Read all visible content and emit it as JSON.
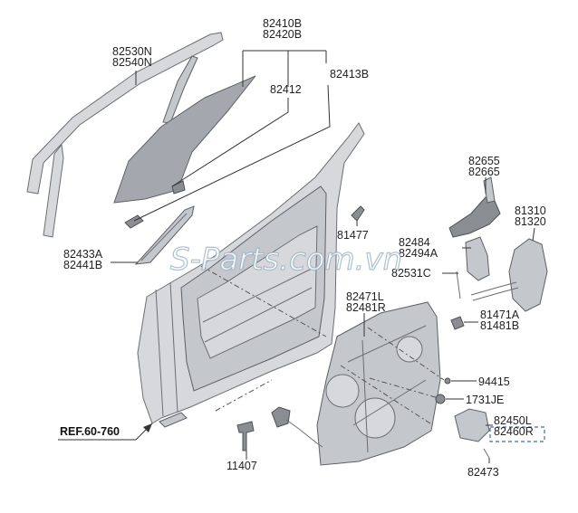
{
  "diagram": {
    "parts": [
      {
        "id": "glass-run",
        "lines": [
          "82530N",
          "82540N"
        ]
      },
      {
        "id": "door-glass",
        "lines": [
          "82410B",
          "82420B"
        ]
      },
      {
        "id": "glass-channel",
        "lines": [
          "82412"
        ]
      },
      {
        "id": "glass-clip",
        "lines": [
          "82413B"
        ]
      },
      {
        "id": "delta-cover",
        "lines": [
          "82433A",
          "82441B"
        ]
      },
      {
        "id": "grommet",
        "lines": [
          "81477"
        ]
      },
      {
        "id": "cable-assy",
        "lines": [
          "82655",
          "82665"
        ]
      },
      {
        "id": "latch-assy",
        "lines": [
          "81310",
          "81320"
        ]
      },
      {
        "id": "bracket",
        "lines": [
          "82484",
          "82494A"
        ]
      },
      {
        "id": "clip-c",
        "lines": [
          "82531C"
        ]
      },
      {
        "id": "regulator-module",
        "lines": [
          "82471L",
          "82481R"
        ]
      },
      {
        "id": "hinge-pin",
        "lines": [
          "81471A",
          "81481B"
        ]
      },
      {
        "id": "bolt-94415",
        "lines": [
          "94415"
        ]
      },
      {
        "id": "plug",
        "lines": [
          "1731JE"
        ]
      },
      {
        "id": "motor",
        "lines": [
          "82450L",
          "82460R"
        ]
      },
      {
        "id": "screw",
        "lines": [
          "82473"
        ]
      },
      {
        "id": "bolt-11407",
        "lines": [
          "11407"
        ]
      }
    ],
    "reference": "REF.60-760",
    "watermark": "S-Parts.com.vn"
  }
}
